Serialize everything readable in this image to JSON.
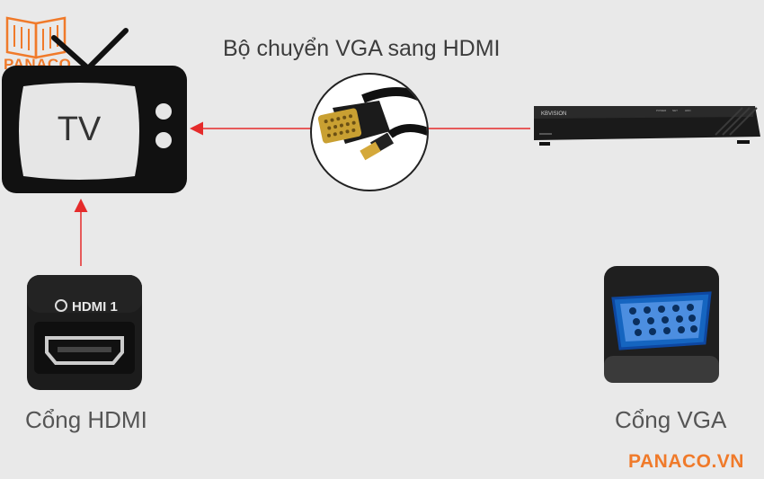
{
  "logo": {
    "text": "PANACO"
  },
  "tv": {
    "screen_label": "TV"
  },
  "adapter": {
    "caption": "Bộ chuyển VGA sang HDMI"
  },
  "recorder": {
    "brand": "KBVISION",
    "buttons": [
      "POWER",
      "NET",
      "HDD"
    ]
  },
  "hdmi_port": {
    "panel_label": "HDMI 1",
    "caption": "Cổng HDMI"
  },
  "vga_port": {
    "caption": "Cổng VGA"
  },
  "watermark": {
    "text": "PANACO.VN"
  },
  "colors": {
    "arrow": "#e52b2b",
    "brand_orange": "#f07a2a",
    "background": "#e9e9e9"
  }
}
